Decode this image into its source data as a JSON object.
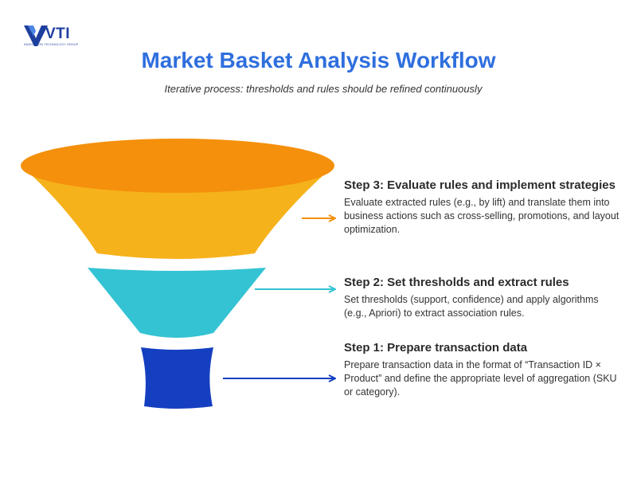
{
  "logo": {
    "text": "VTI",
    "tagline": "INNOVATION TECHNOLOGY GROUP",
    "color": "#1d3f9e"
  },
  "title": "Market Basket Analysis Workflow",
  "subtitle": "Iterative process: thresholds and rules should be refined continuously",
  "colors": {
    "title": "#2f6fde",
    "top_ellipse": "#f4900c",
    "top_body": "#f6b21b",
    "middle": "#34c3d3",
    "bottom": "#143fc0",
    "arrow3": "#f4900c",
    "arrow2": "#34c3d3",
    "arrow1": "#143fc0"
  },
  "steps": [
    {
      "id": "step3",
      "title": "Step 3: Evaluate rules and implement strategies",
      "description": "Evaluate extracted rules (e.g., by lift) and translate them into business actions such as cross-selling, promotions, and layout optimization."
    },
    {
      "id": "step2",
      "title": "Step 2: Set thresholds and extract rules",
      "description": "Set thresholds (support, confidence) and apply algorithms (e.g., Apriori) to extract association rules."
    },
    {
      "id": "step1",
      "title": "Step 1: Prepare transaction data",
      "description": "Prepare transaction data in the format of “Transaction ID × Product” and define the appropriate level of aggregation (SKU or category)."
    }
  ]
}
